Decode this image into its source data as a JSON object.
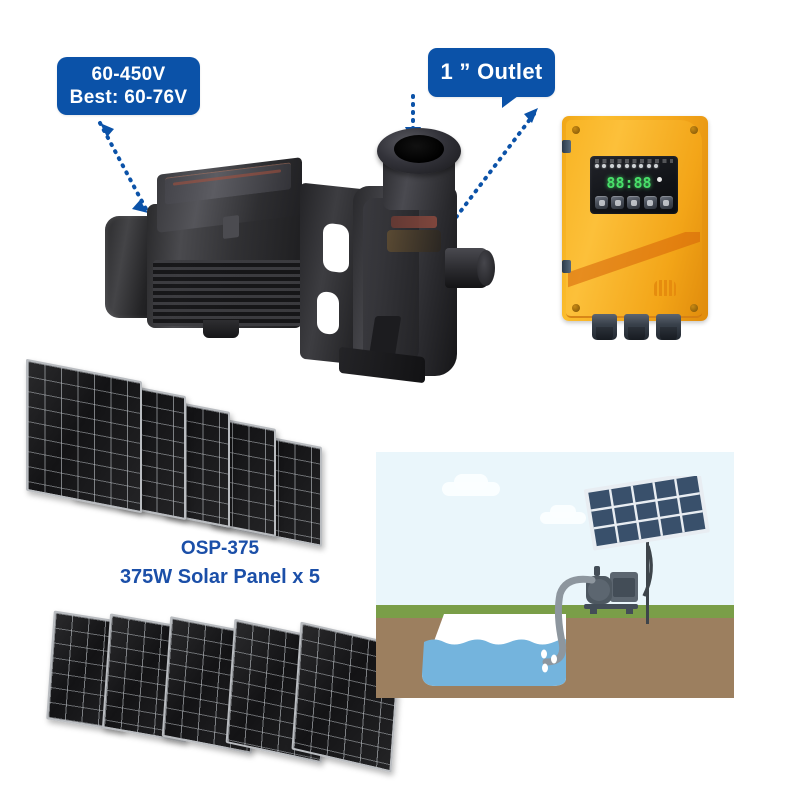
{
  "page": {
    "background_color": "#ffffff",
    "accent_blue": "#0b52a8",
    "text_blue": "#1b4fa8",
    "controller_yellow": "#f5a81c"
  },
  "callouts": {
    "voltage": {
      "line1": "60-450V",
      "line2": "Best: 60-76V",
      "target": "pump-motor"
    },
    "outlet": {
      "label": "1 ” Outlet",
      "target": "pump-outlet-port"
    }
  },
  "arrows": [
    {
      "name": "arrow-voltage-to-motor",
      "style": "dotted",
      "heads": "double",
      "color": "#0b52a8"
    },
    {
      "name": "arrow-outlet-to-inlet",
      "style": "dotted",
      "heads": "single-down",
      "color": "#0b52a8"
    },
    {
      "name": "arrow-outlet-to-port",
      "style": "dotted",
      "heads": "double",
      "color": "#0b52a8"
    }
  ],
  "products": {
    "pump": {
      "name": "solar-surface-pump",
      "color": "black"
    },
    "controller": {
      "name": "solar-pump-controller",
      "color": "#f5a81c",
      "display_value": "88:88",
      "display_color": "#49e06a",
      "indicator_count": 9,
      "button_count": 5,
      "cable_gland_count": 3
    },
    "solar_panels": {
      "model": "OSP-375",
      "description": "375W Solar Panel x 5",
      "count": 5,
      "watts": "375W"
    }
  },
  "scene": {
    "name": "solar-water-pumping-illustration",
    "sky_color": "#eaf6fb",
    "grass_color": "#7a9e48",
    "soil_color": "#9c7f5f",
    "water_color": "#74b4dd",
    "cistern_color": "#ffffff",
    "pump_color": "#5c6670",
    "panel_cell_color": "#39506b",
    "panel_frame_color": "#e8edf2",
    "cloud_count": 2,
    "water_drop_count": 3
  }
}
